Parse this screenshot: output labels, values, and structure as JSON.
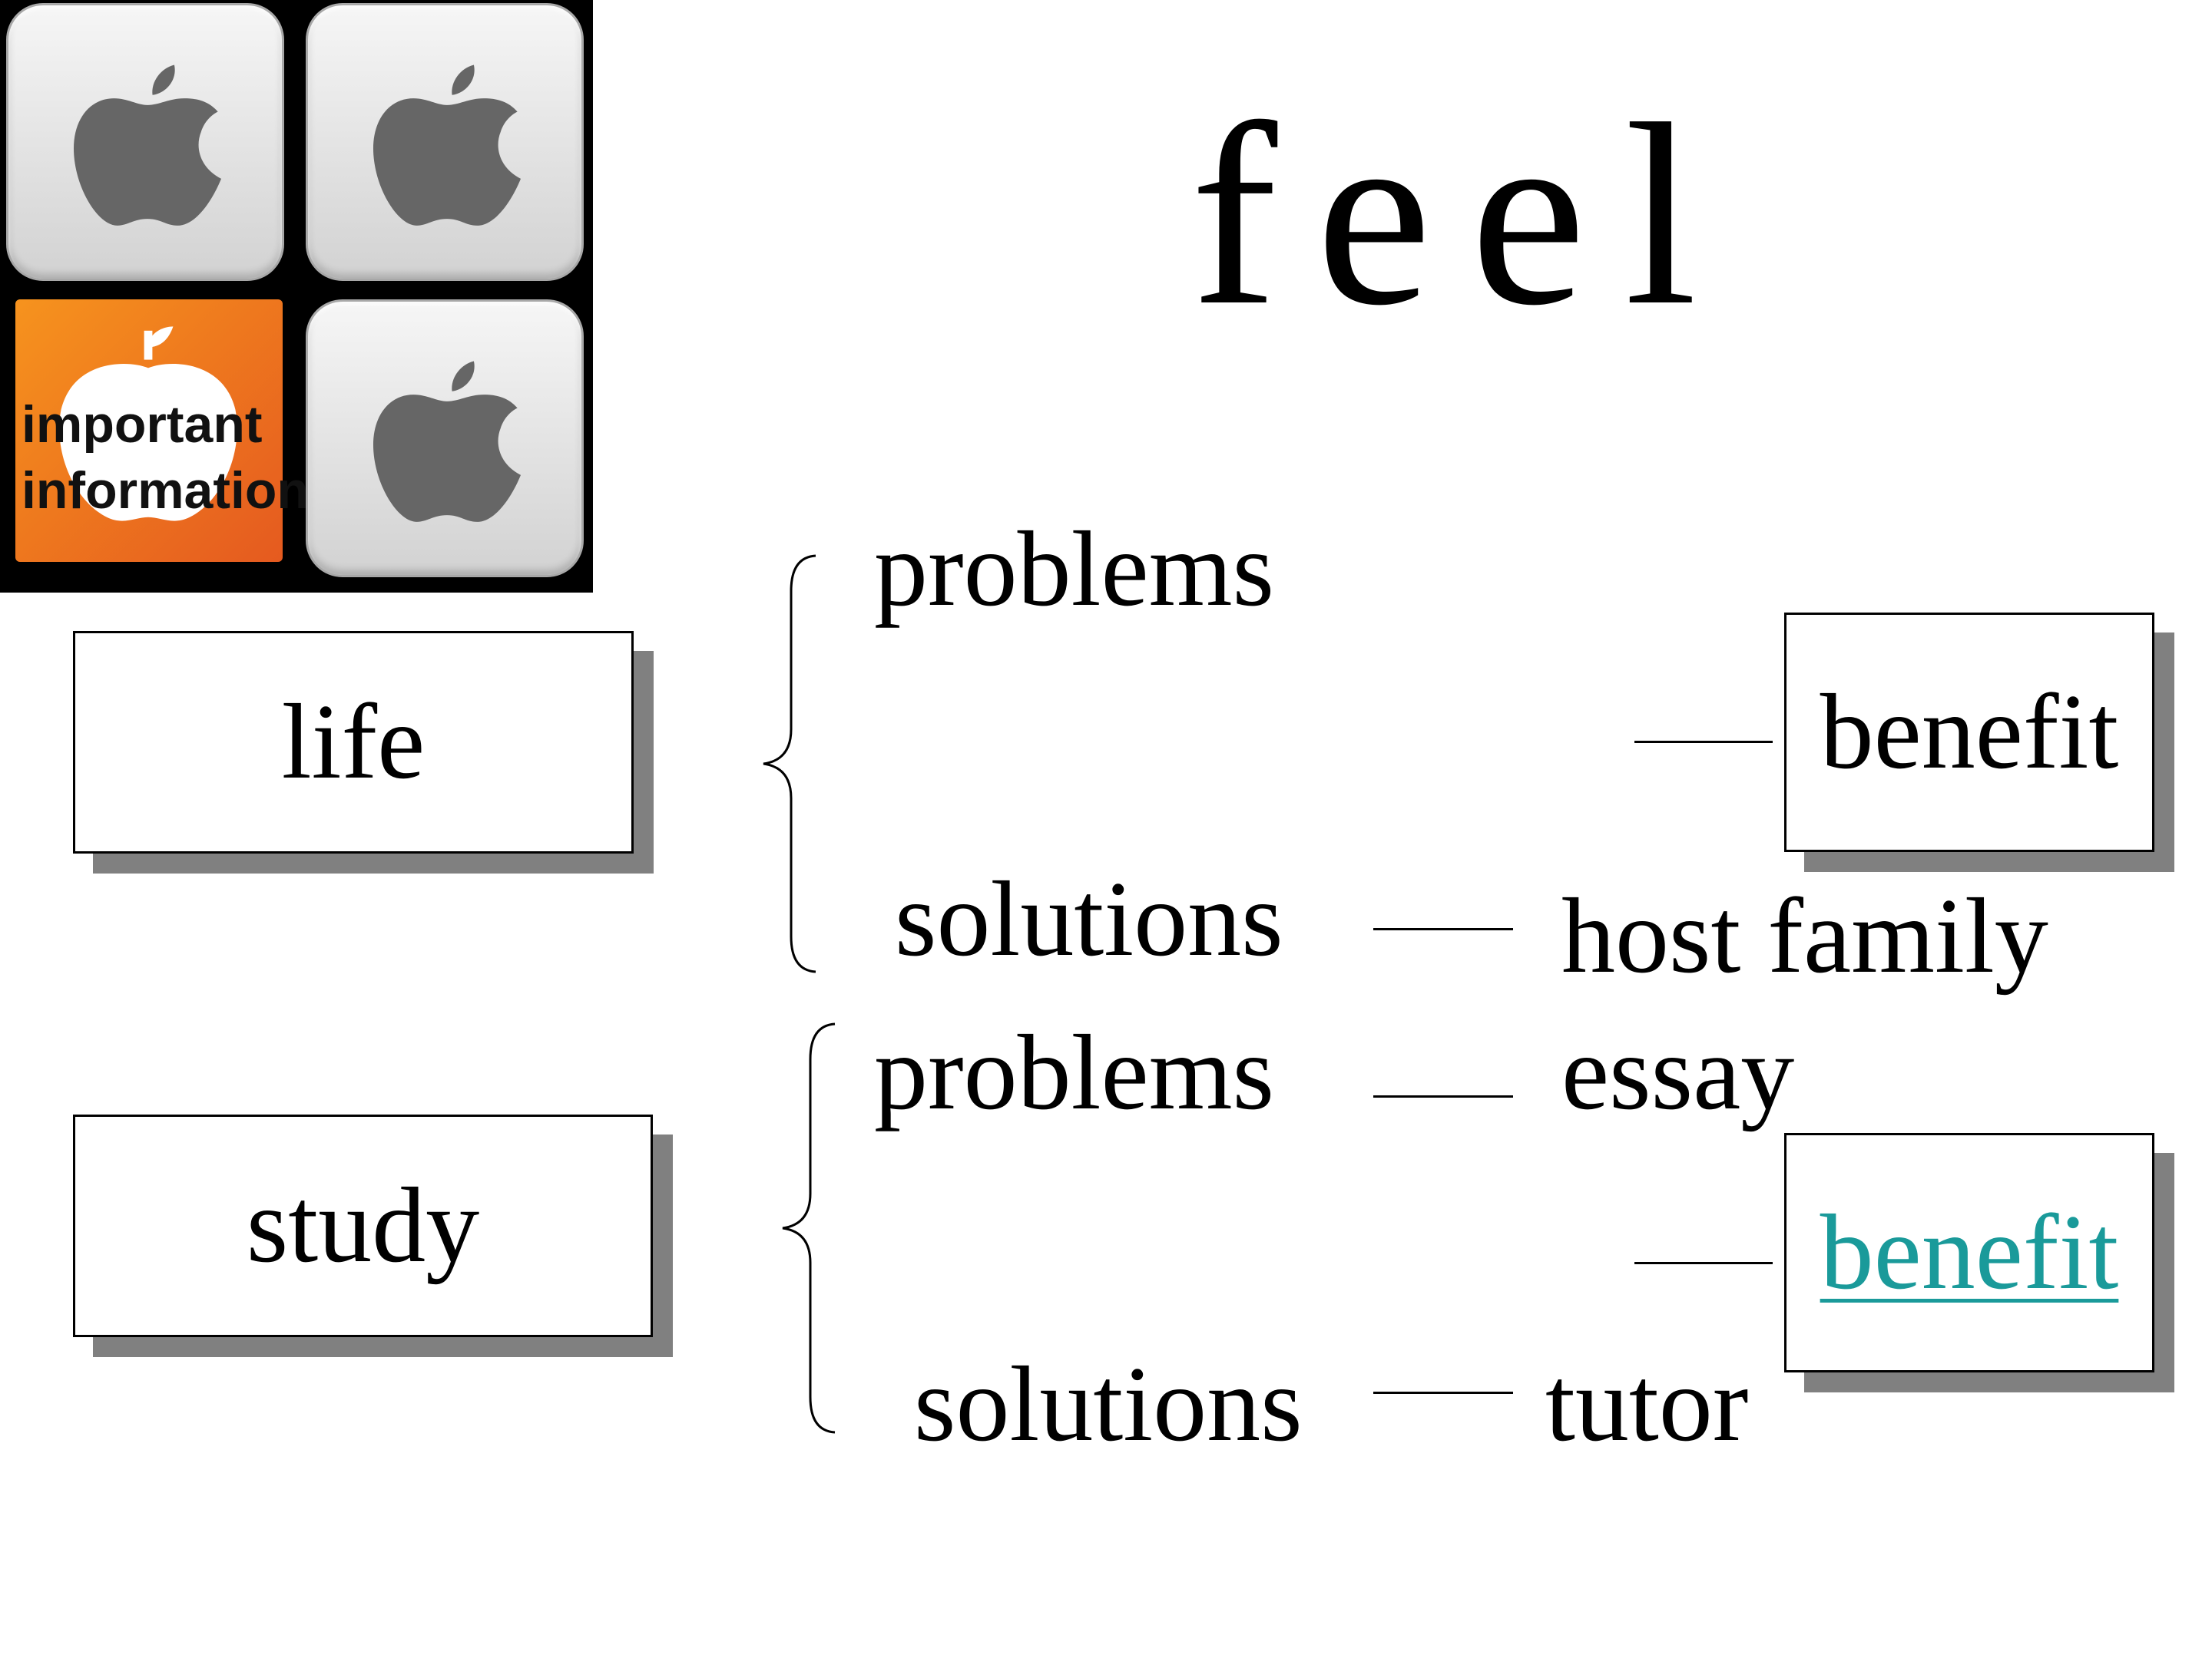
{
  "title": "feel",
  "info_badge": {
    "text_line1": "important",
    "text_line2": "information",
    "icon": "apple-icon"
  },
  "icons": [
    "apple-icon",
    "apple-icon",
    "apple-icon"
  ],
  "categories": {
    "life": "life",
    "study": "study"
  },
  "life_branch": {
    "problems": "problems",
    "solutions": "solutions",
    "solution_item": "host family",
    "benefit": "benefit"
  },
  "study_branch": {
    "problems": "problems",
    "problem_item": "essay",
    "solutions": "solutions",
    "solution_item": "tutor",
    "benefit": "benefit"
  },
  "colors": {
    "link": "#1a9a9a",
    "shadow": "#808080",
    "badge_orange": "#f07a1e"
  }
}
